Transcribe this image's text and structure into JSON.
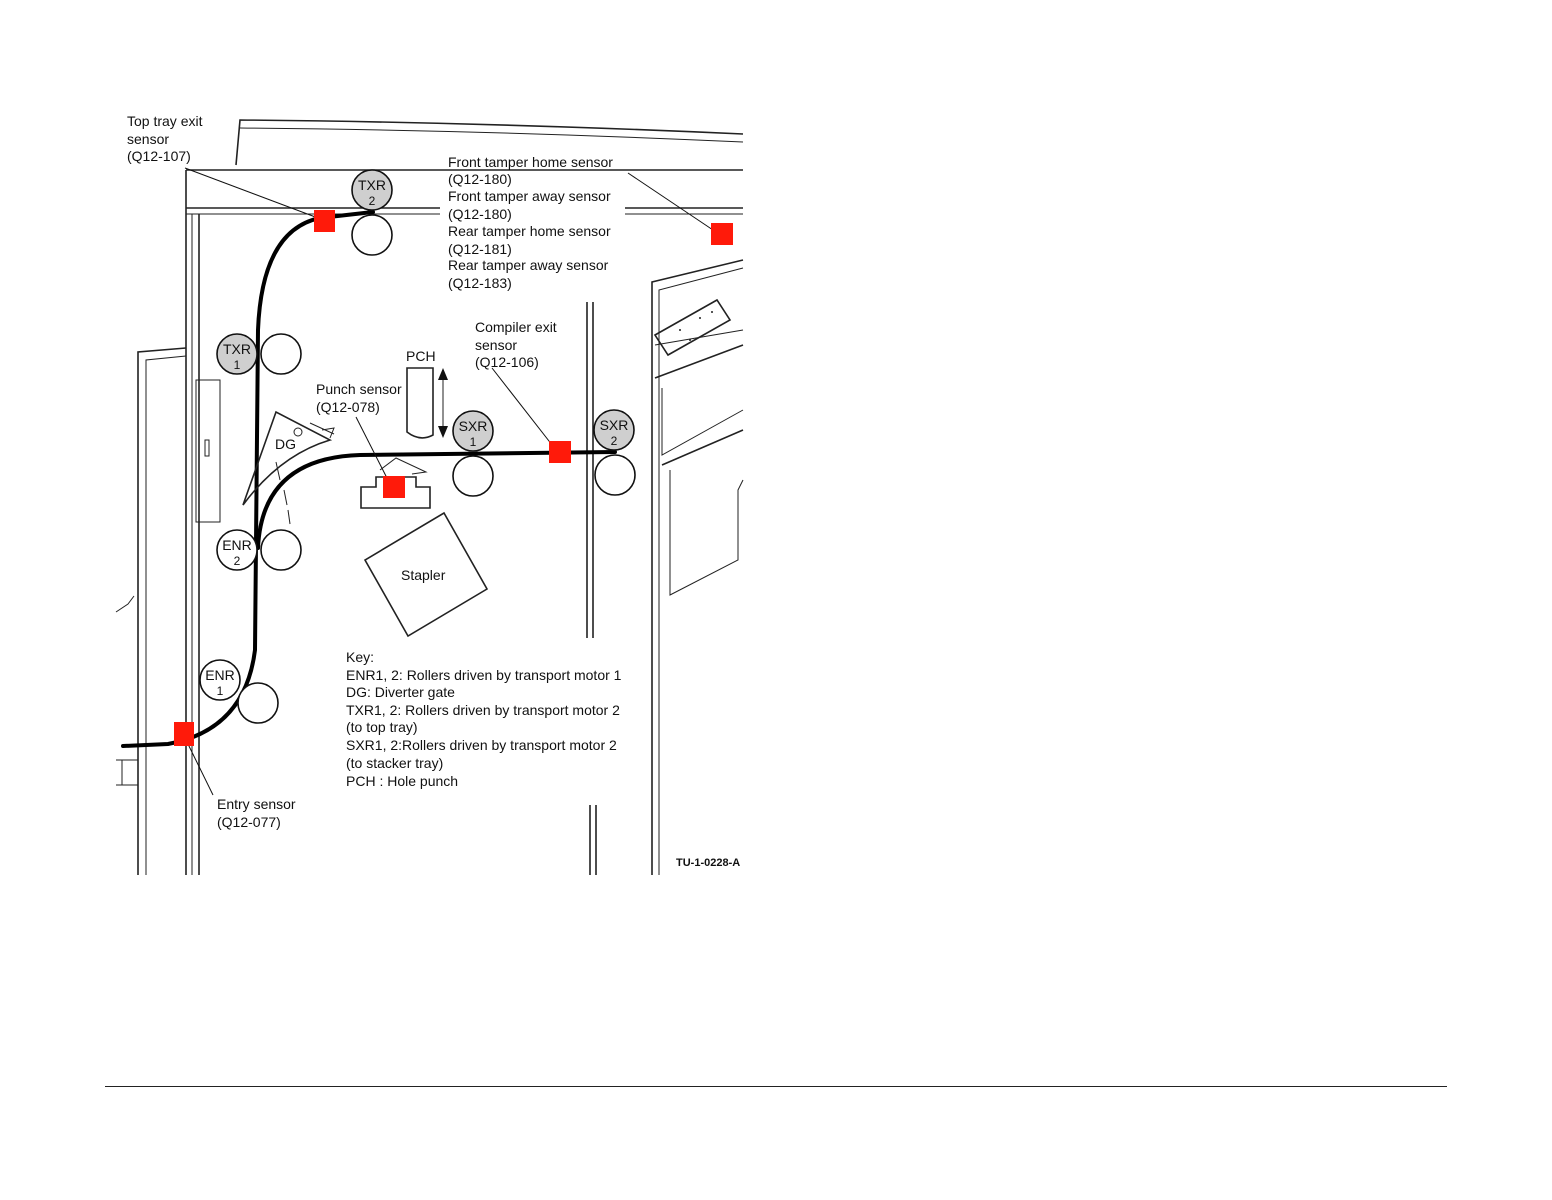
{
  "labels": {
    "top_tray_exit_1": "Top tray exit",
    "top_tray_exit_2": "sensor",
    "top_tray_exit_3": "(Q12-107)",
    "front_home_1": "Front tamper home sensor",
    "front_home_2": "(Q12-180)",
    "front_away_1": "Front tamper away sensor",
    "front_away_2": "(Q12-180)",
    "rear_home_1": "Rear tamper home sensor",
    "rear_home_2": "(Q12-181)",
    "rear_away_1": "Rear tamper away sensor",
    "rear_away_2": "(Q12-183)",
    "compiler_1": "Compiler exit",
    "compiler_2": "sensor",
    "compiler_3": "(Q12-106)",
    "pch": "PCH",
    "punch_1": "Punch sensor",
    "punch_2": "(Q12-078)",
    "dg": "DG",
    "stapler": "Stapler",
    "entry_1": "Entry sensor",
    "entry_2": "(Q12-077)",
    "figure_id": "TU-1-0228-A"
  },
  "rollers": {
    "txr2_name": "TXR",
    "txr2_num": "2",
    "txr1_name": "TXR",
    "txr1_num": "1",
    "sxr1_name": "SXR",
    "sxr1_num": "1",
    "sxr2_name": "SXR",
    "sxr2_num": "2",
    "enr2_name": "ENR",
    "enr2_num": "2",
    "enr1_name": "ENR",
    "enr1_num": "1"
  },
  "key": {
    "title": "Key:",
    "line1": "ENR1, 2: Rollers driven by transport motor 1",
    "line2": "DG: Diverter gate",
    "line3": "TXR1, 2: Rollers driven by transport motor 2",
    "line4": "(to top tray)",
    "line5": "SXR1, 2:Rollers driven by transport motor 2",
    "line6": "(to stacker tray)",
    "line7": "PCH : Hole punch"
  },
  "colors": {
    "sensor": "#ff1a0a",
    "driven_roller": "#cfcfcf",
    "idler_roller": "#ffffff"
  }
}
